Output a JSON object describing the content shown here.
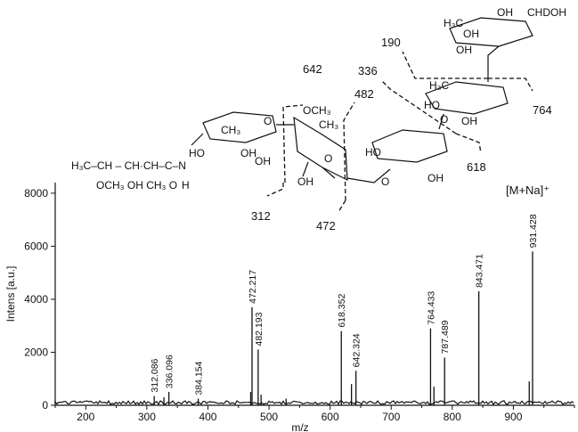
{
  "chart_data": {
    "type": "bar",
    "title": "",
    "xlabel": "m/z",
    "ylabel": "Intens [a.u.]",
    "xlim": [
      150,
      1000
    ],
    "ylim": [
      0,
      8400
    ],
    "x_ticks": [
      200,
      300,
      400,
      500,
      600,
      700,
      800,
      900
    ],
    "y_ticks": [
      0,
      2000,
      4000,
      6000,
      8000
    ],
    "ion_annotation": "[M+Na]⁺",
    "peaks": [
      {
        "x": 312.086,
        "y": 350,
        "label": "312.086"
      },
      {
        "x": 336.096,
        "y": 500,
        "label": "336.096"
      },
      {
        "x": 384.154,
        "y": 250,
        "label": "384.154"
      },
      {
        "x": 472.217,
        "y": 3700,
        "label": "472.217"
      },
      {
        "x": 482.193,
        "y": 2100,
        "label": "482.193"
      },
      {
        "x": 618.352,
        "y": 2800,
        "label": "618.352"
      },
      {
        "x": 642.324,
        "y": 1300,
        "label": "642.324"
      },
      {
        "x": 764.433,
        "y": 2900,
        "label": "764.433"
      },
      {
        "x": 787.489,
        "y": 1800,
        "label": "787.489"
      },
      {
        "x": 843.471,
        "y": 4300,
        "label": "843.471"
      },
      {
        "x": 931.428,
        "y": 5800,
        "label": "931.428"
      }
    ],
    "minor_peaks": [
      {
        "x": 328,
        "y": 300
      },
      {
        "x": 470,
        "y": 500
      },
      {
        "x": 487,
        "y": 400
      },
      {
        "x": 528,
        "y": 250
      },
      {
        "x": 635,
        "y": 800
      },
      {
        "x": 770,
        "y": 700
      },
      {
        "x": 926,
        "y": 900
      }
    ]
  },
  "structure": {
    "fragment_labels": [
      "642",
      "312",
      "482",
      "472",
      "336",
      "618",
      "190",
      "764"
    ],
    "chain": {
      "line1": "H₃C–CH – CH·CH–C–N",
      "line2": "OCH₃ OH  CH₃ O",
      "h_label": "H"
    },
    "ring_texts": [
      "H₃C",
      "OH",
      "CHDOH",
      "OH",
      "OH",
      "HO",
      "H₃C",
      "OH",
      "OH",
      "HO",
      "OH",
      "OCH₃",
      "CH₃",
      "OH",
      "O",
      "O",
      "O",
      "O",
      "HO",
      "CH₃",
      "OH"
    ]
  }
}
